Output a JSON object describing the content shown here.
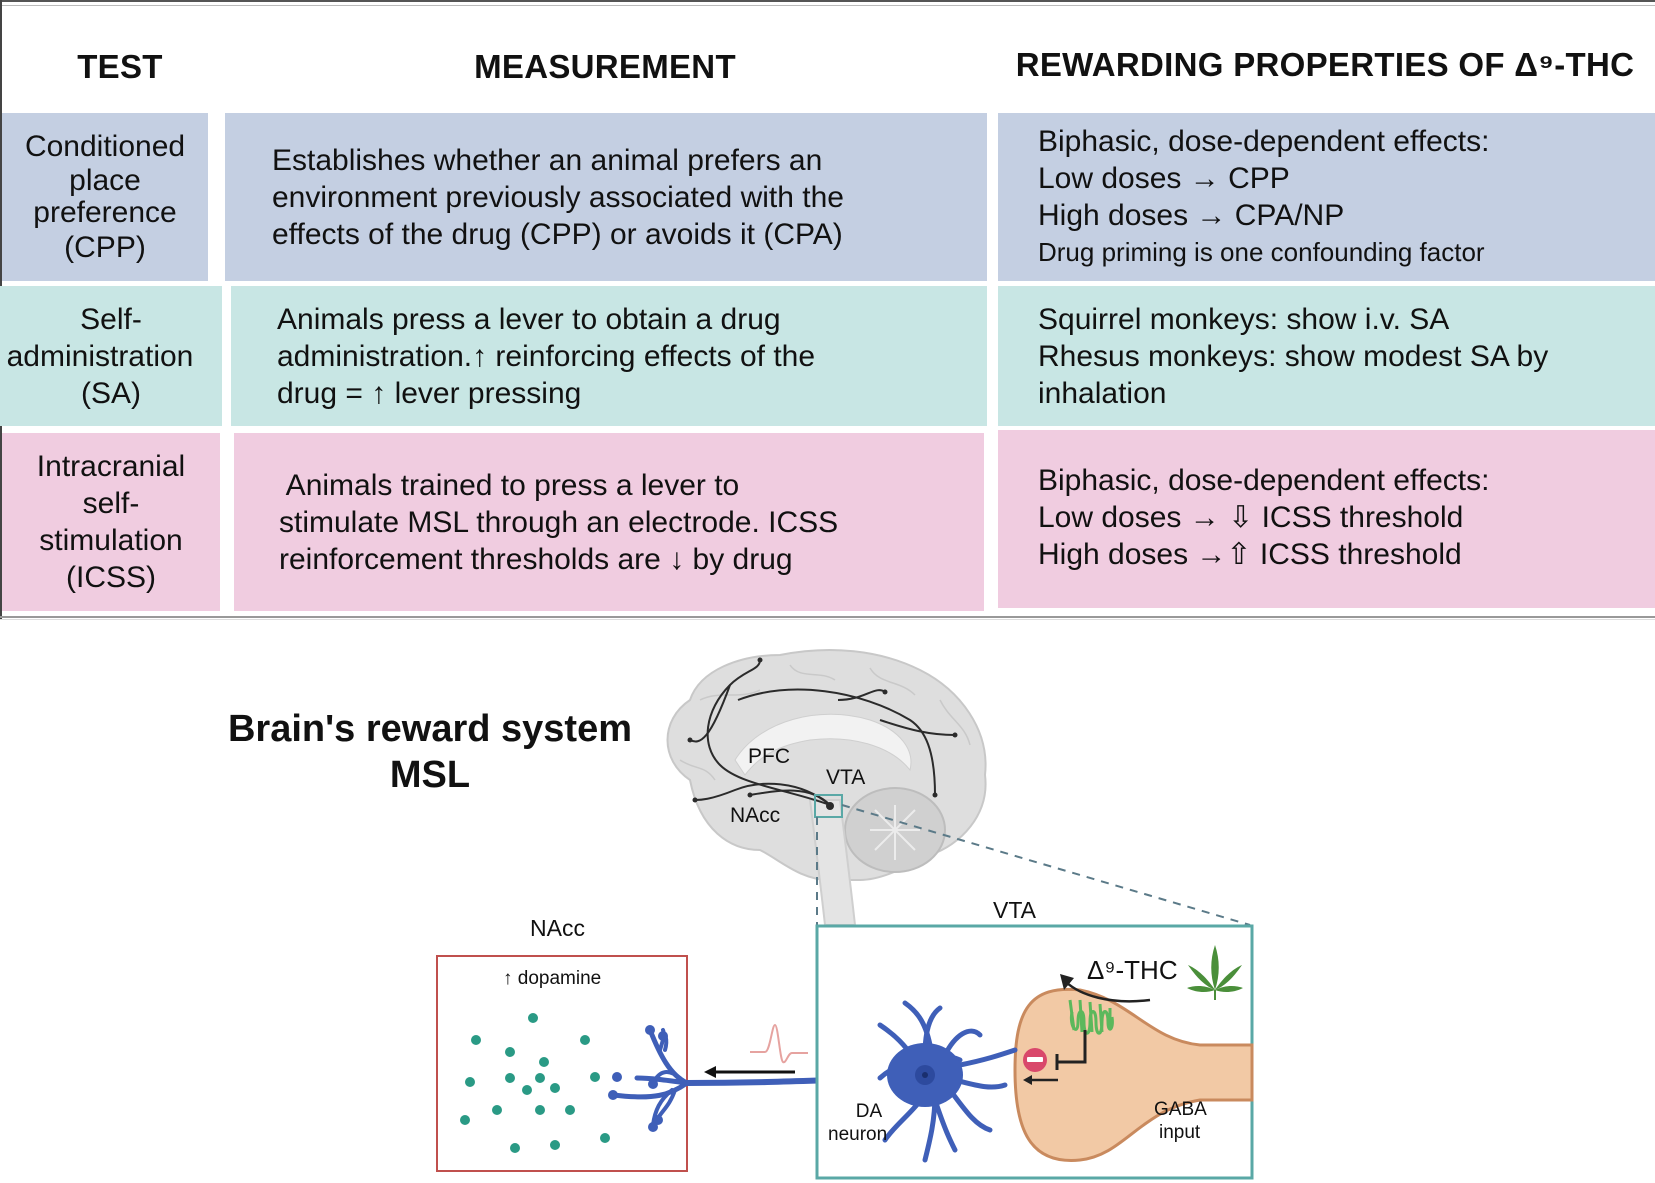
{
  "table": {
    "headers": {
      "test": "TEST",
      "measurement": "MEASUREMENT",
      "rewarding": "REWARDING PROPERTIES OF Δ⁹-THC"
    },
    "rows": [
      {
        "color": "#c4cfe2",
        "test": [
          "Conditioned",
          "place",
          "preference",
          "(CPP)"
        ],
        "measurement": [
          "Establishes whether an animal prefers an",
          "environment previously associated with the",
          "effects of the drug (CPP) or avoids it (CPA)"
        ],
        "rewarding": [
          "Biphasic, dose-dependent effects:",
          "Low doses → CPP",
          "High doses → CPA/NP",
          "Drug priming is one confounding factor"
        ]
      },
      {
        "color": "#c8e6e4",
        "test": [
          "Self-",
          "administration",
          "(SA)"
        ],
        "measurement": [
          "Animals press a lever to obtain a drug",
          "administration.↑ reinforcing effects of the",
          "drug = ↑ lever pressing"
        ],
        "rewarding": [
          "Squirrel monkeys: show i.v. SA",
          "Rhesus monkeys: show modest SA by",
          "inhalation"
        ]
      },
      {
        "color": "#f0cce0",
        "test": [
          "Intracranial",
          "self-",
          "stimulation",
          "(ICSS)"
        ],
        "measurement": [
          " Animals trained to press a lever to",
          "stimulate MSL through an electrode. ICSS",
          "reinforcement thresholds are ↓ by drug"
        ],
        "rewarding": [
          "Biphasic, dose-dependent effects:",
          "Low doses → ⇩ ICSS threshold",
          "High doses →⇧ ICSS threshold"
        ]
      }
    ]
  },
  "diagram": {
    "title_line1": "Brain's reward system",
    "title_line2": "MSL",
    "brain_labels": {
      "pfc": "PFC",
      "vta": "VTA",
      "nacc": "NAcc"
    },
    "nacc_box": {
      "label": "NAcc",
      "caption": "↑ dopamine",
      "border_color": "#c0504d",
      "dot_color": "#2a9a85"
    },
    "vta_box": {
      "label": "VTA",
      "border_color": "#5aa8a6",
      "drug_label": "Δ⁹-THC",
      "da_neuron_label_1": "DA",
      "da_neuron_label_2": "neuron",
      "gaba_label_1": "GABA",
      "gaba_label_2": "input",
      "neuron_color": "#3f5fb8",
      "terminal_color": "#f2c9a5",
      "receptor_color": "#5cb85c",
      "inhibit_color": "#d9486b"
    }
  }
}
